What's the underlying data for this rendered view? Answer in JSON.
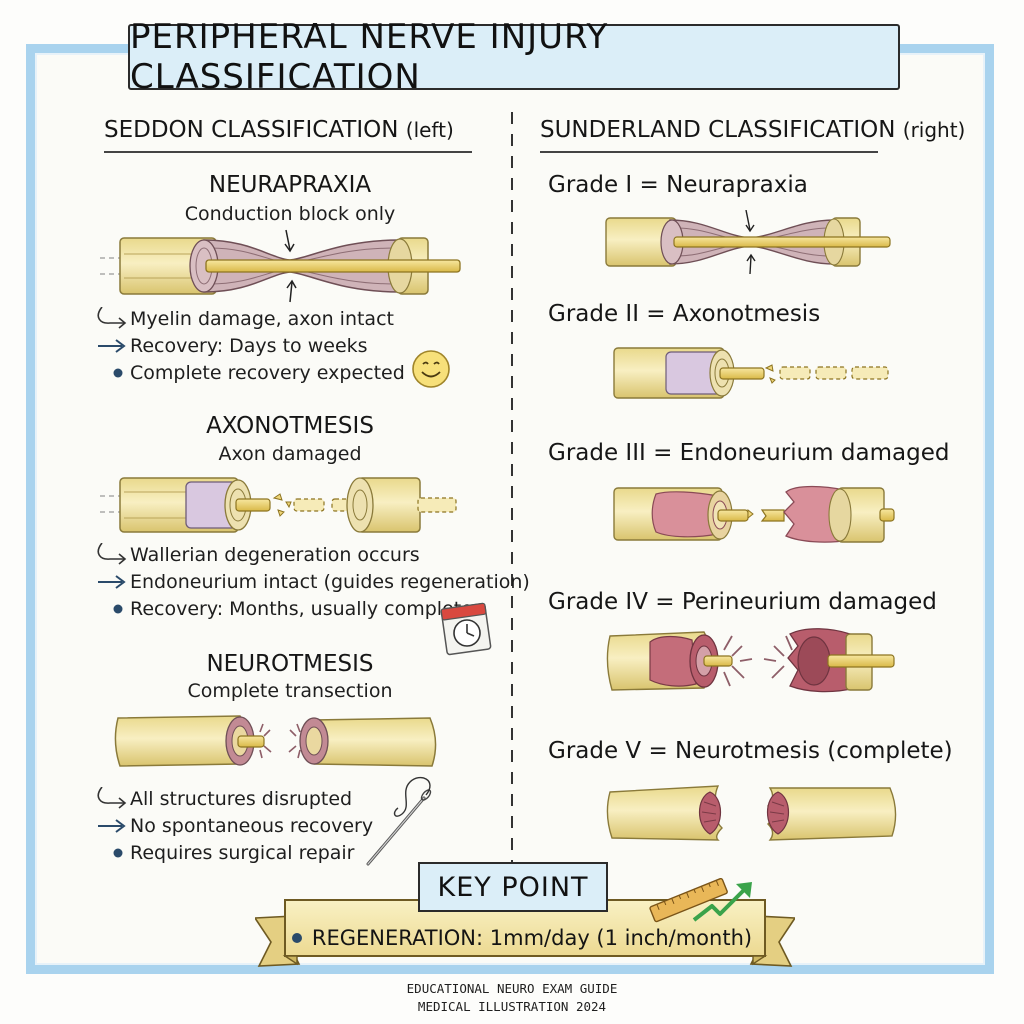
{
  "title": "PERIPHERAL NERVE INJURY CLASSIFICATION",
  "seddon": {
    "heading": "SEDDON CLASSIFICATION",
    "heading_note": "(left)",
    "neurapraxia": {
      "title": "NEURAPRAXIA",
      "subtitle": "Conduction block only",
      "points": [
        "Myelin damage, axon intact",
        "Recovery: Days to weeks",
        "Complete recovery expected"
      ],
      "icon": "smiley-face-icon"
    },
    "axonotmesis": {
      "title": "AXONOTMESIS",
      "subtitle": "Axon damaged",
      "points": [
        "Wallerian degeneration occurs",
        "Endoneurium intact (guides regeneration)",
        "Recovery: Months, usually complete"
      ],
      "icon": "calendar-clock-icon"
    },
    "neurotmesis": {
      "title": "NEUROTMESIS",
      "subtitle": "Complete transection",
      "points": [
        "All structures disrupted",
        "No spontaneous recovery",
        "Requires surgical repair"
      ],
      "icon": "suture-needle-icon"
    }
  },
  "sunderland": {
    "heading": "SUNDERLAND CLASSIFICATION",
    "heading_note": "(right)",
    "grades": [
      "Grade I = Neurapraxia",
      "Grade II = Axonotmesis",
      "Grade III = Endoneurium damaged",
      "Grade IV = Perineurium damaged",
      "Grade V = Neurotmesis (complete)"
    ]
  },
  "key_point": {
    "label": "KEY POINT",
    "text": "REGENERATION: 1mm/day (1 inch/month)",
    "icons": [
      "ruler-icon",
      "trend-arrow-icon"
    ]
  },
  "footer": {
    "line1": "EDUCATIONAL NEURO EXAM GUIDE",
    "line2": "MEDICAL ILLUSTRATION 2024"
  },
  "colors": {
    "frame": "#a9d3ee",
    "title_fill": "#dbeef8",
    "nerve_fill": "#f3e6a6",
    "myelin": "#c9a7ae",
    "axon": "#f0d56a",
    "damage": "#c45868",
    "ribbon": "#f6ecb5",
    "bullet_dot": "#2a4a6a"
  }
}
